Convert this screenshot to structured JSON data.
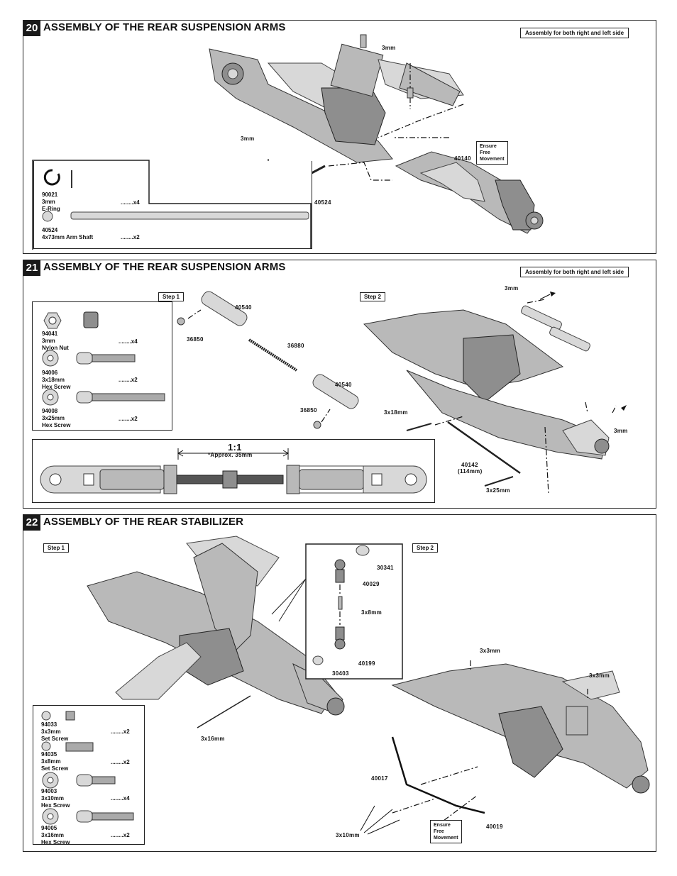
{
  "steps": [
    {
      "number": "20",
      "title": "ASSEMBLY OF THE REAR SUSPENSION ARMS",
      "note": "Assembly for both right and left side",
      "callouts": {
        "c1": "3mm",
        "c2": "3mm",
        "c3": "40524",
        "c4": "40140"
      },
      "ensure": [
        "Ensure",
        "Free",
        "Movement"
      ],
      "parts": [
        {
          "code": "90021",
          "desc1": "3mm",
          "desc2": "E-Ring",
          "qty": "........x4"
        },
        {
          "code": "40524",
          "desc1": "4x73mm Arm Shaft",
          "desc2": "",
          "qty": "........x2"
        }
      ]
    },
    {
      "number": "21",
      "title": "ASSEMBLY OF THE REAR SUSPENSION ARMS",
      "note": "Assembly for both right and left side",
      "step1": "Step 1",
      "step2": "Step 2",
      "callouts": {
        "a": "40540",
        "b": "36850",
        "c": "36880",
        "d": "40540",
        "e": "36850",
        "f": "3mm",
        "g": "3x18mm",
        "h": "40142",
        "h2": "(114mm)",
        "i": "3x25mm",
        "j": "3mm"
      },
      "scale": "1:1",
      "approx": "*Approx. 35mm",
      "parts": [
        {
          "code": "94041",
          "desc1": "3mm",
          "desc2": "Nylon Nut",
          "qty": "........x4"
        },
        {
          "code": "94006",
          "desc1": "3x18mm",
          "desc2": "Hex Screw",
          "qty": "........x2"
        },
        {
          "code": "94008",
          "desc1": "3x25mm",
          "desc2": "Hex Screw",
          "qty": "........x2"
        }
      ]
    },
    {
      "number": "22",
      "title": "ASSEMBLY OF THE REAR STABILIZER",
      "step1": "Step 1",
      "step2": "Step 2",
      "callouts": {
        "a": "30341",
        "b": "40029",
        "c": "3x8mm",
        "d": "40199",
        "e": "30403",
        "f": "3x16mm",
        "g": "3x3mm",
        "h": "3x3mm",
        "i": "40017",
        "j": "3x10mm",
        "k": "40019"
      },
      "ensure": [
        "Ensure",
        "Free",
        "Movement"
      ],
      "parts": [
        {
          "code": "94033",
          "desc1": "3x3mm",
          "desc2": "Set Screw",
          "qty": "........x2"
        },
        {
          "code": "94035",
          "desc1": "3x8mm",
          "desc2": "Set Screw",
          "qty": "........x2"
        },
        {
          "code": "94003",
          "desc1": "3x10mm",
          "desc2": "Hex Screw",
          "qty": "........x4"
        },
        {
          "code": "94005",
          "desc1": "3x16mm",
          "desc2": "Hex Screw",
          "qty": "........x2"
        }
      ]
    }
  ]
}
